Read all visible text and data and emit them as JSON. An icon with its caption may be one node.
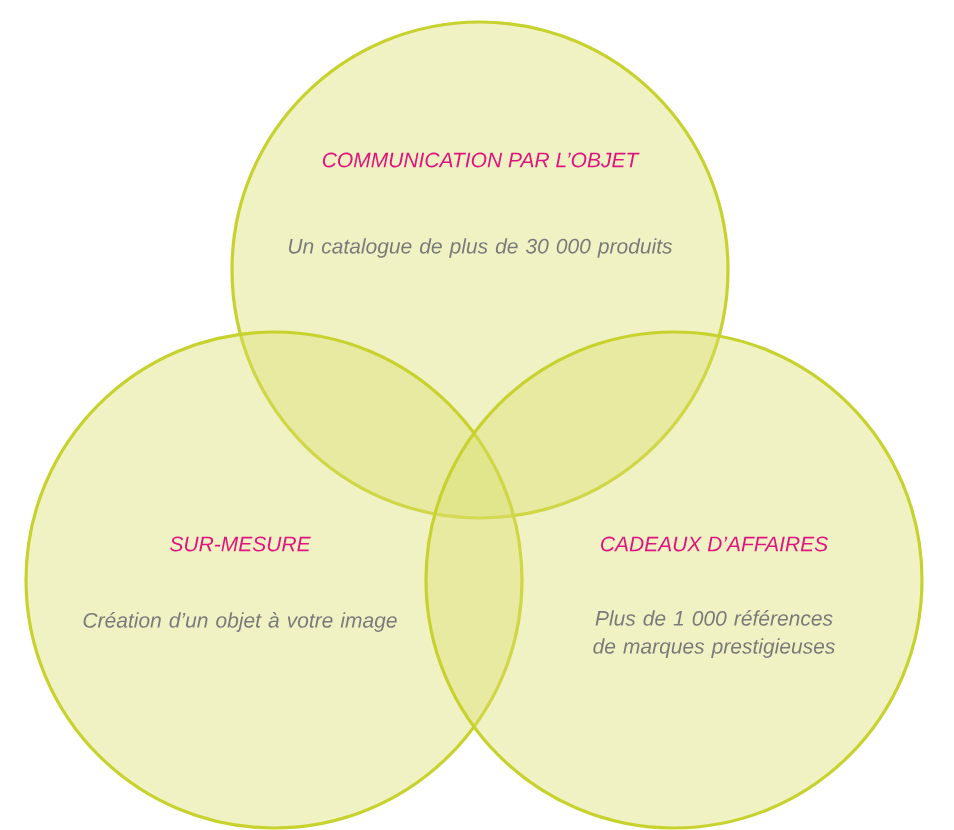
{
  "diagram": {
    "nodes": [
      {
        "text": [
          "COMMUNICATION PAR L’OBJET",
          "Un catalogue de plus de 30 000 produits"
        ]
      },
      {
        "text": [
          "SUR-MESURE",
          "Création d’un objet à votre image"
        ]
      },
      {
        "text": [
          "CADEAUX D’AFFAIRES",
          "Plus de 1 000 références de marques prestigieuses"
        ]
      }
    ]
  }
}
